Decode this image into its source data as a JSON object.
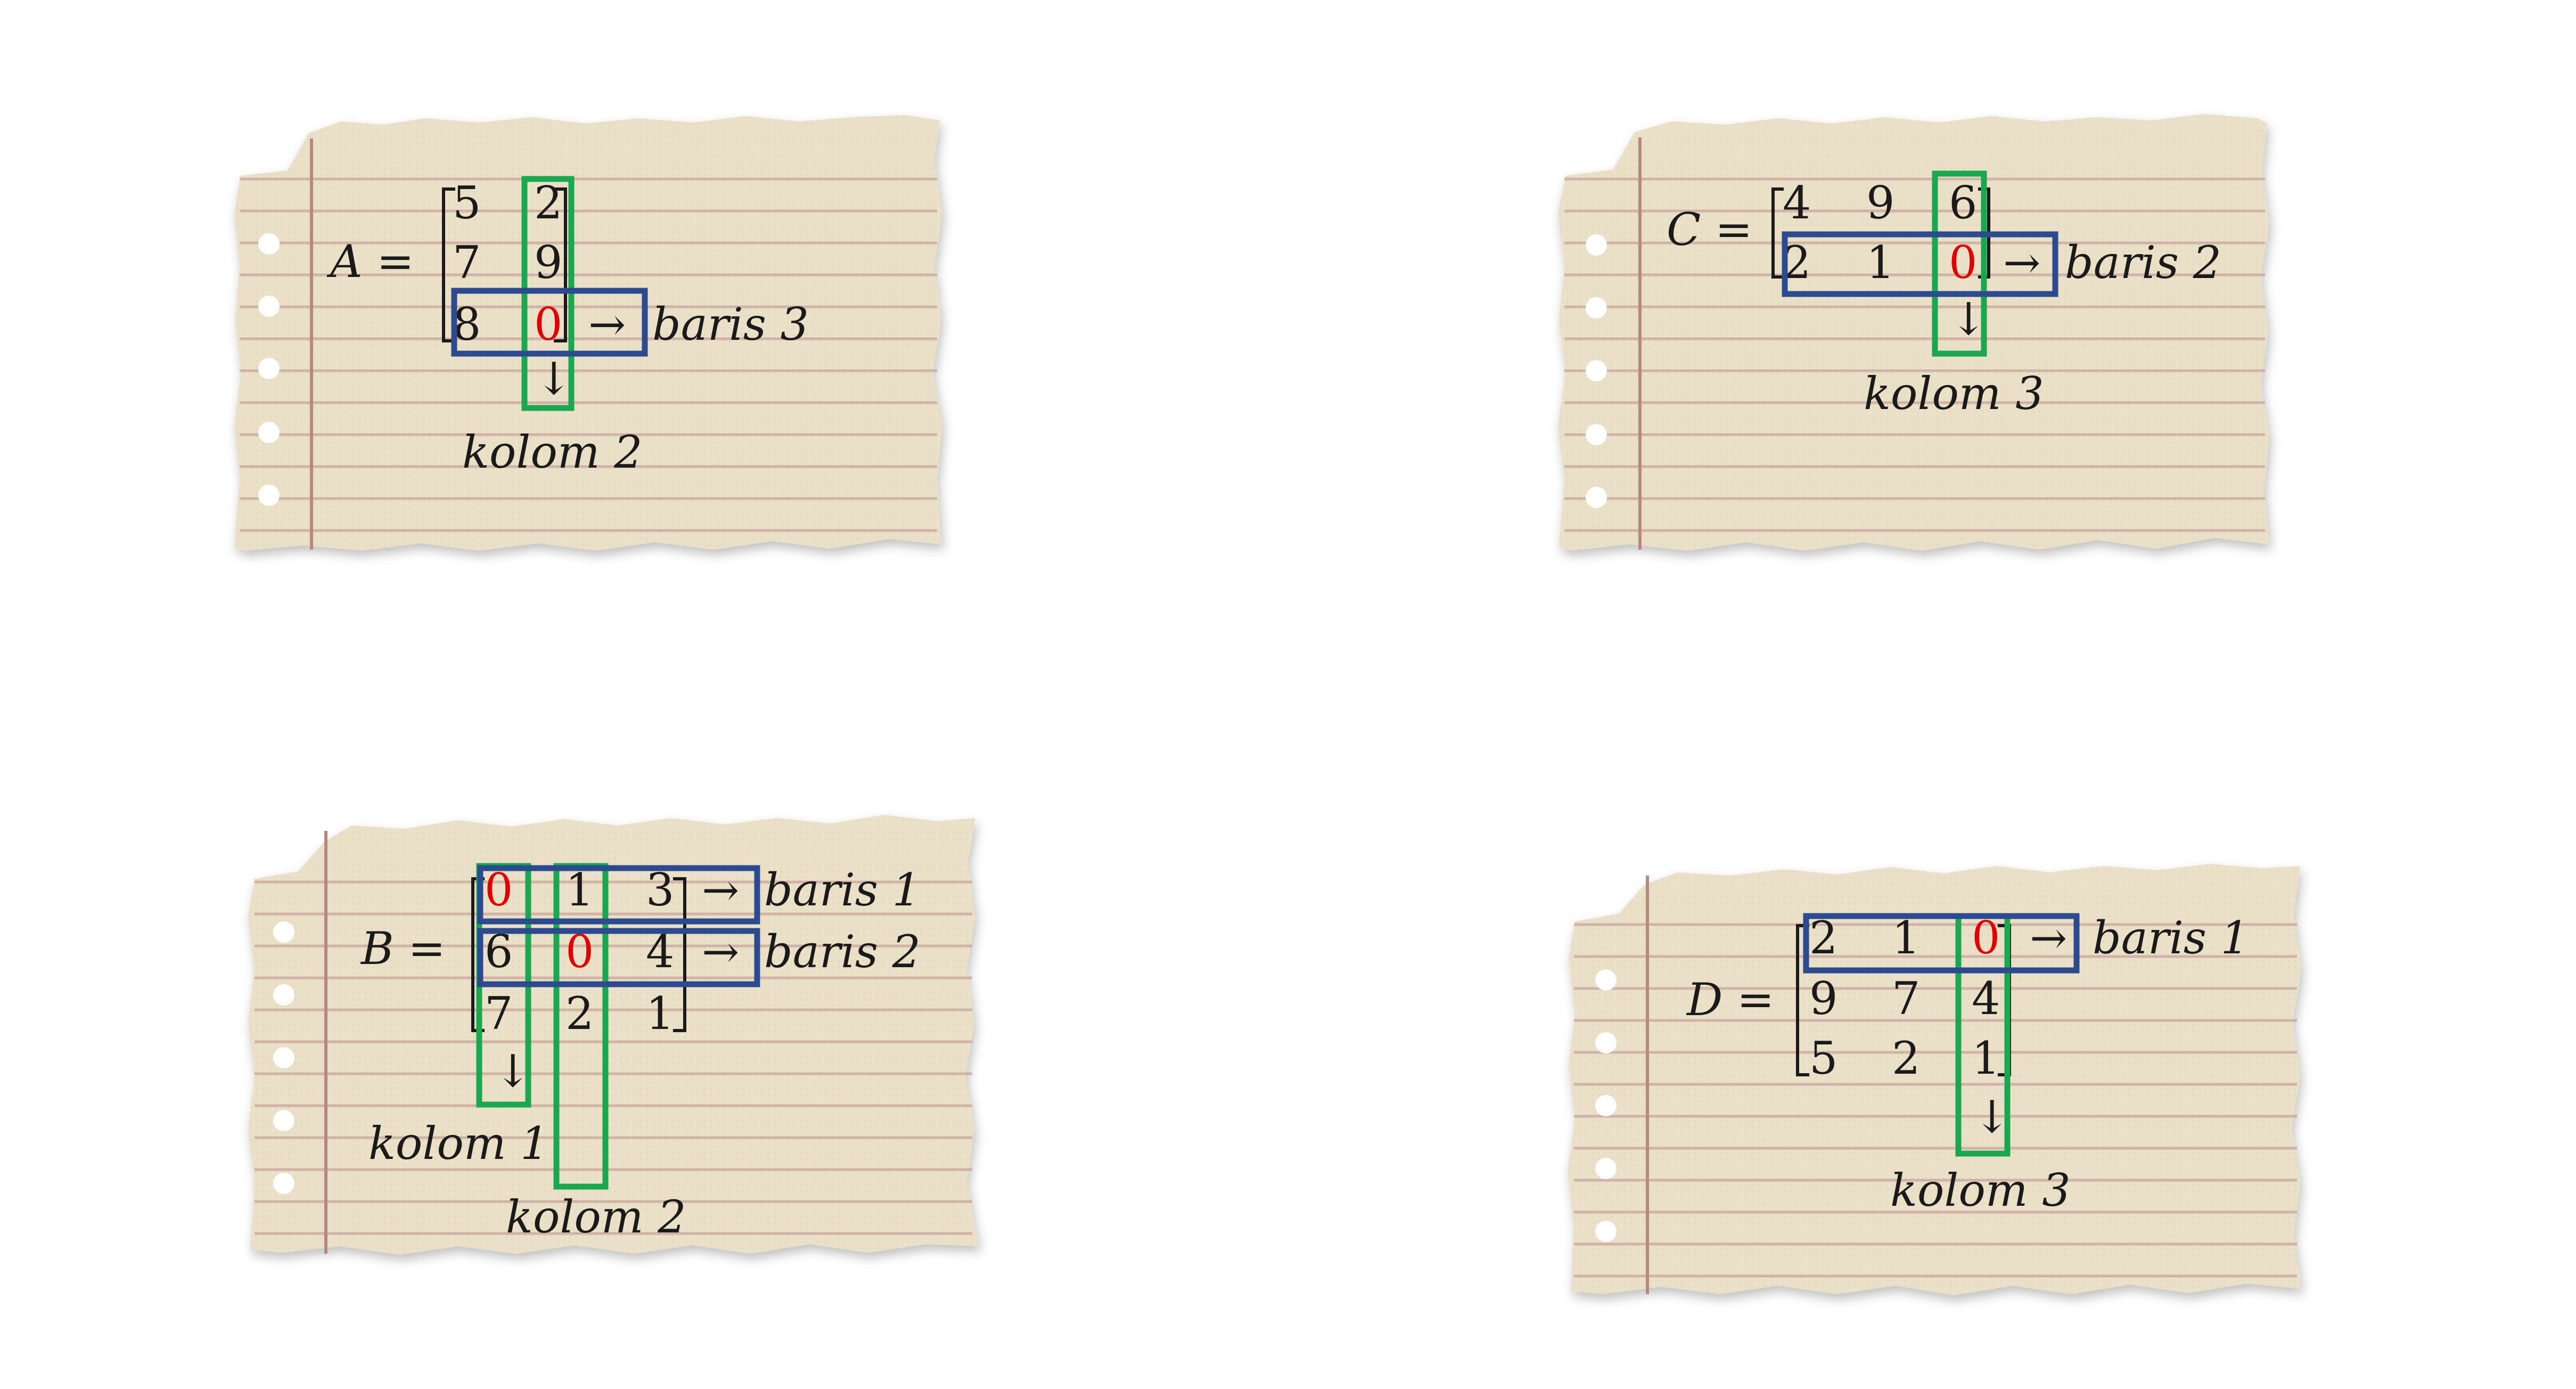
{
  "colors": {
    "paper": "#eae0c8",
    "rule_line": "#c9a39c",
    "margin_line": "#b7897e",
    "row_highlight": "#2c4a8f",
    "column_highlight": "#1aa84f",
    "zero_element": "#e00000"
  },
  "icons": [
    "right-arrow-icon",
    "down-arrow-icon"
  ],
  "notes": [
    {
      "id": "A",
      "name_eq": "A =",
      "rows": [
        [
          "5",
          "2"
        ],
        [
          "7",
          "9"
        ],
        [
          "8",
          "0"
        ]
      ],
      "zero": [
        2,
        1
      ],
      "row_labels": [
        {
          "row": 2,
          "arrow": "→",
          "text": "baris 3"
        }
      ],
      "col_labels": [
        {
          "col": 1,
          "arrow": "↓",
          "text": "kolom 2"
        }
      ]
    },
    {
      "id": "C",
      "name_eq": "C =",
      "rows": [
        [
          "4",
          "9",
          "6"
        ],
        [
          "2",
          "1",
          "0"
        ]
      ],
      "zero": [
        1,
        2
      ],
      "row_labels": [
        {
          "row": 1,
          "arrow": "→",
          "text": "baris 2"
        }
      ],
      "col_labels": [
        {
          "col": 2,
          "arrow": "↓",
          "text": "kolom 3"
        }
      ]
    },
    {
      "id": "B",
      "name_eq": "B =",
      "rows": [
        [
          "0",
          "1",
          "3"
        ],
        [
          "6",
          "0",
          "4"
        ],
        [
          "7",
          "2",
          "1"
        ]
      ],
      "zeros": [
        [
          0,
          0
        ],
        [
          1,
          1
        ]
      ],
      "row_labels": [
        {
          "row": 0,
          "arrow": "→",
          "text": "baris 1"
        },
        {
          "row": 1,
          "arrow": "→",
          "text": "baris 2"
        }
      ],
      "col_labels": [
        {
          "col": 0,
          "arrow": "↓",
          "text": "kolom 1"
        },
        {
          "col": 1,
          "text": "kolom 2"
        }
      ]
    },
    {
      "id": "D",
      "name_eq": "D =",
      "rows": [
        [
          "2",
          "1",
          "0"
        ],
        [
          "9",
          "7",
          "4"
        ],
        [
          "5",
          "2",
          "1"
        ]
      ],
      "zero": [
        0,
        2
      ],
      "row_labels": [
        {
          "row": 0,
          "arrow": "→",
          "text": "baris 1"
        }
      ],
      "col_labels": [
        {
          "col": 2,
          "arrow": "↓",
          "text": "kolom 3"
        }
      ]
    }
  ]
}
